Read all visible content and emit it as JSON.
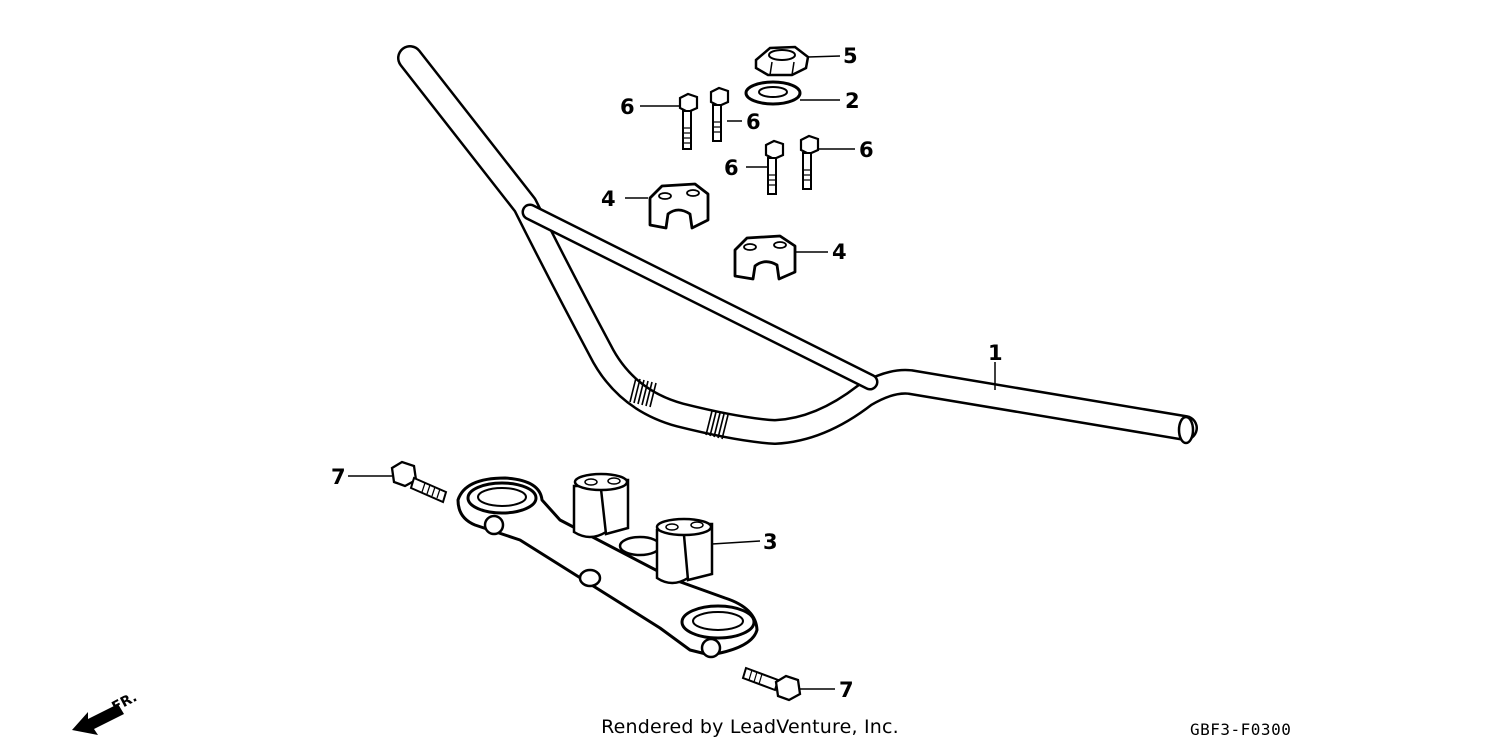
{
  "diagram": {
    "callouts": {
      "handlebar": "1",
      "washer": "2",
      "top_bridge": "3",
      "upper_holder_left": "4",
      "upper_holder_right": "4",
      "nut": "5",
      "bolt_a": "6",
      "bolt_b": "6",
      "bolt_c": "6",
      "bolt_d": "6",
      "pinch_bolt_upper": "7",
      "pinch_bolt_lower": "7"
    },
    "direction_label": "FR.",
    "line_color": "#000000",
    "part_fill": "#ffffff"
  },
  "footer": {
    "credit": "Rendered by LeadVenture, Inc.",
    "drawing_code": "GBF3-F0300"
  }
}
